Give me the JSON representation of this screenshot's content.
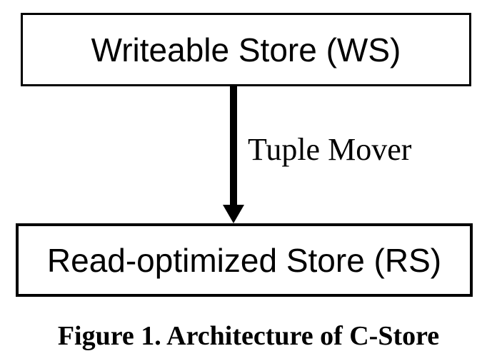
{
  "figure": {
    "nodes": [
      {
        "id": "writeable-store",
        "label": "Writeable Store (WS)"
      },
      {
        "id": "read-optimized-store",
        "label": "Read-optimized Store (RS)"
      }
    ],
    "edge": {
      "from": "writeable-store",
      "to": "read-optimized-store",
      "direction": "down",
      "label": "Tuple Mover"
    },
    "caption": "Figure 1. Architecture of C-Store"
  },
  "colors": {
    "background": "#ffffff",
    "ink": "#000000"
  }
}
